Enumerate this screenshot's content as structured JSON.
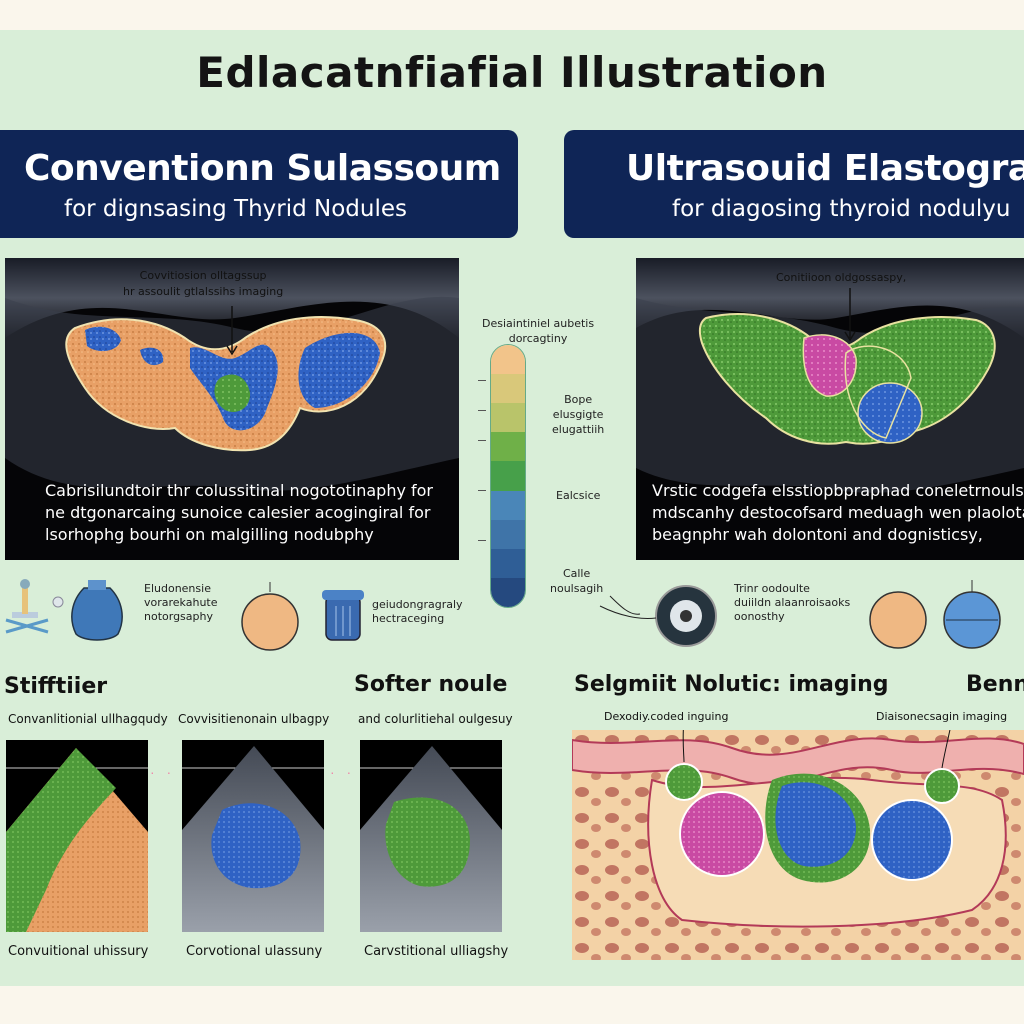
{
  "title": "Edlacatnfiafial Illustration",
  "left_banner": {
    "title": "Conventionn Sulassoum",
    "subtitle": "for dignsasing Thyrid Nodules"
  },
  "right_banner": {
    "title": "Ultrasouid Elastograp",
    "subtitle": "for diagosing thyroid nodulyu"
  },
  "left_scan": {
    "pointer_label_line1": "Covvitiosion olltagssup",
    "pointer_label_line2": "hr assoulit gtlalssihs imaging",
    "caption_line1": "Cabrisilundtoir thr colussitinal nogototinaphy for",
    "caption_line2": "ne dtgonarcaing sunoice calesier acogingiral for",
    "caption_line3": "lsorhophg bourhi on malgilling nodubphy"
  },
  "right_scan": {
    "pointer_label": "Conitiioon oldgossaspy,",
    "caption_line1": "Vrstic codgefa elsstiopbpraphad coneletrnouls: tona",
    "caption_line2": "mdscanhy destocofsard meduagh wen plaolotano",
    "caption_line3": "beagnphr wah dolontoni and dognisticsy,"
  },
  "scale": {
    "top_label_line1": "Desiaintiniel aubetis",
    "top_label_line2": "dorcagtiny",
    "mid_label_line1": "Bope",
    "mid_label_line2": "elusgigte",
    "mid_label_line3": "elugattiih",
    "low_label": "Ealcsice",
    "bottom_label_line1": "Calle",
    "bottom_label_line2": "noulsagih",
    "colors": [
      "#f2c48a",
      "#d9c87a",
      "#b9c46a",
      "#6fb048",
      "#47a04a",
      "#4a86b8",
      "#3f74a8",
      "#2f5e96",
      "#25497f"
    ]
  },
  "left_icons": {
    "label_a_line1": "Eludonensie",
    "label_a_line2": "vorarekahute",
    "label_a_line3": "notorgsaphy",
    "label_b_line1": "geiudongragraly",
    "label_b_line2": "hectraceging"
  },
  "right_icons": {
    "label_line1": "Trinr oodoulte",
    "label_line2": "duiildn alaanroisaoks",
    "label_line3": "oonosthy"
  },
  "sections": {
    "stiffer": "Stifftiier",
    "softer": "Softer noule",
    "segment": "Selgmiit Nolutic:  imaging",
    "benign": "Benn"
  },
  "thumb_labels": {
    "top_1": "Convanlitionial ullhagqudy",
    "top_2": "Covvisitienonain ulbagpy",
    "top_3": "and colurlitiehal oulgesuy",
    "bottom_1": "Convuitional uhissury",
    "bottom_2": "Corvotional ulassuny",
    "bottom_3": "Carvstitional ulliagshy"
  },
  "tissue_labels": {
    "left": "Dexodiy.coded inguing",
    "right": "Diaisonecsagin imaging"
  },
  "colors": {
    "background": "#d9eed8",
    "banner": "#0f2556",
    "orange_tissue": "#e8a066",
    "blue_tissue": "#2f62c4",
    "green_tissue": "#4e9a3a",
    "pink_tissue": "#c94aa3"
  }
}
